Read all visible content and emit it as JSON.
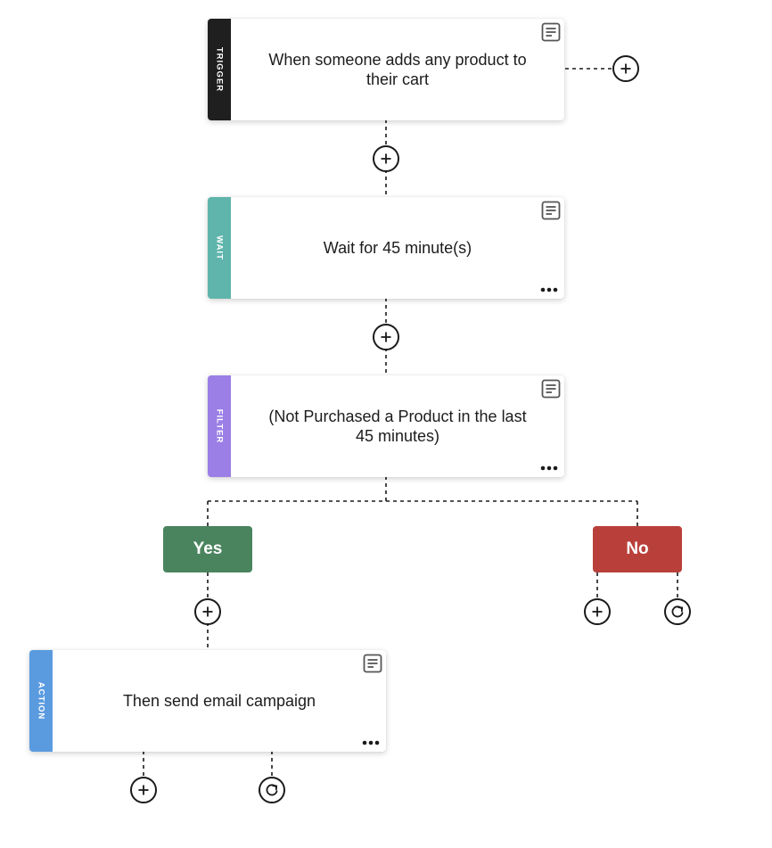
{
  "cards": {
    "trigger": {
      "label": "TRIGGER",
      "text": "When someone adds any product to their cart",
      "color": "#1f1f1f"
    },
    "wait": {
      "label": "WAIT",
      "text": "Wait for 45 minute(s)",
      "color": "#5fb5ac"
    },
    "filter": {
      "label": "FILTER",
      "text": "(Not Purchased a Product in the last 45 minutes)",
      "color": "#9b7fe6"
    },
    "action": {
      "label": "ACTION",
      "text": "Then send email campaign",
      "color": "#5a9be0"
    }
  },
  "branches": {
    "yes": {
      "label": "Yes",
      "color": "#4a845f"
    },
    "no": {
      "label": "No",
      "color": "#b9403a"
    }
  },
  "icons": {
    "note": "note-icon",
    "more": "more-options-icon",
    "add": "plus-icon",
    "refresh": "refresh-icon"
  }
}
